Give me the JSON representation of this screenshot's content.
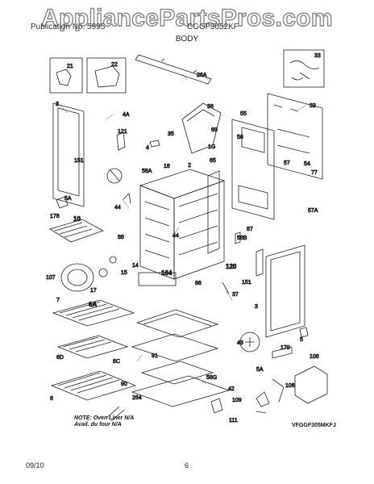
{
  "watermark": "AppliancePartsPros.com",
  "header": {
    "publication": "Publication No. 5995",
    "model": "CGGF3052KF",
    "section_title": "BODY"
  },
  "callouts": {
    "c21": "21",
    "c22": "22",
    "c26a": "26A",
    "c33a": "33",
    "c33b": "33",
    "c3a": "3",
    "c4a": "4A",
    "c121": "121",
    "c36": "36",
    "c35": "35",
    "c69": "69",
    "c55": "55",
    "c56": "56",
    "c54": "54",
    "c57": "57",
    "c77": "77",
    "c4": "4",
    "c1g": "1G",
    "c151a": "151",
    "c58a": "58A",
    "c18": "18",
    "c2": "2",
    "c65": "65",
    "c5a": "5A",
    "c178": "178",
    "c44a": "44",
    "c44b": "44",
    "c57a": "57A",
    "c10": "10",
    "c88": "88",
    "c58b": "58B",
    "c87": "87",
    "c107": "107",
    "c17": "17",
    "c14": "14",
    "c15": "15",
    "c164": "164",
    "c120": "120",
    "c86": "86",
    "c37": "37",
    "c151b": "151",
    "c7": "7",
    "c6a": "6A",
    "c3b": "3",
    "c6d": "6D",
    "c6c": "6C",
    "c91": "91",
    "c43": "43",
    "c5": "5",
    "c179": "179",
    "c5a2": "5A",
    "c108": "108",
    "c58g": "58G",
    "c90": "90",
    "c42": "42",
    "c106": "106",
    "c6": "6",
    "c264": "264",
    "c109": "109",
    "c111": "111"
  },
  "note": {
    "line1": "NOTE: Oven Liner N/A",
    "line2": "Avail. du four N/A"
  },
  "diagram_code": "VFGGF305MKFJ",
  "footer": {
    "date": "09/10",
    "page": "6"
  }
}
